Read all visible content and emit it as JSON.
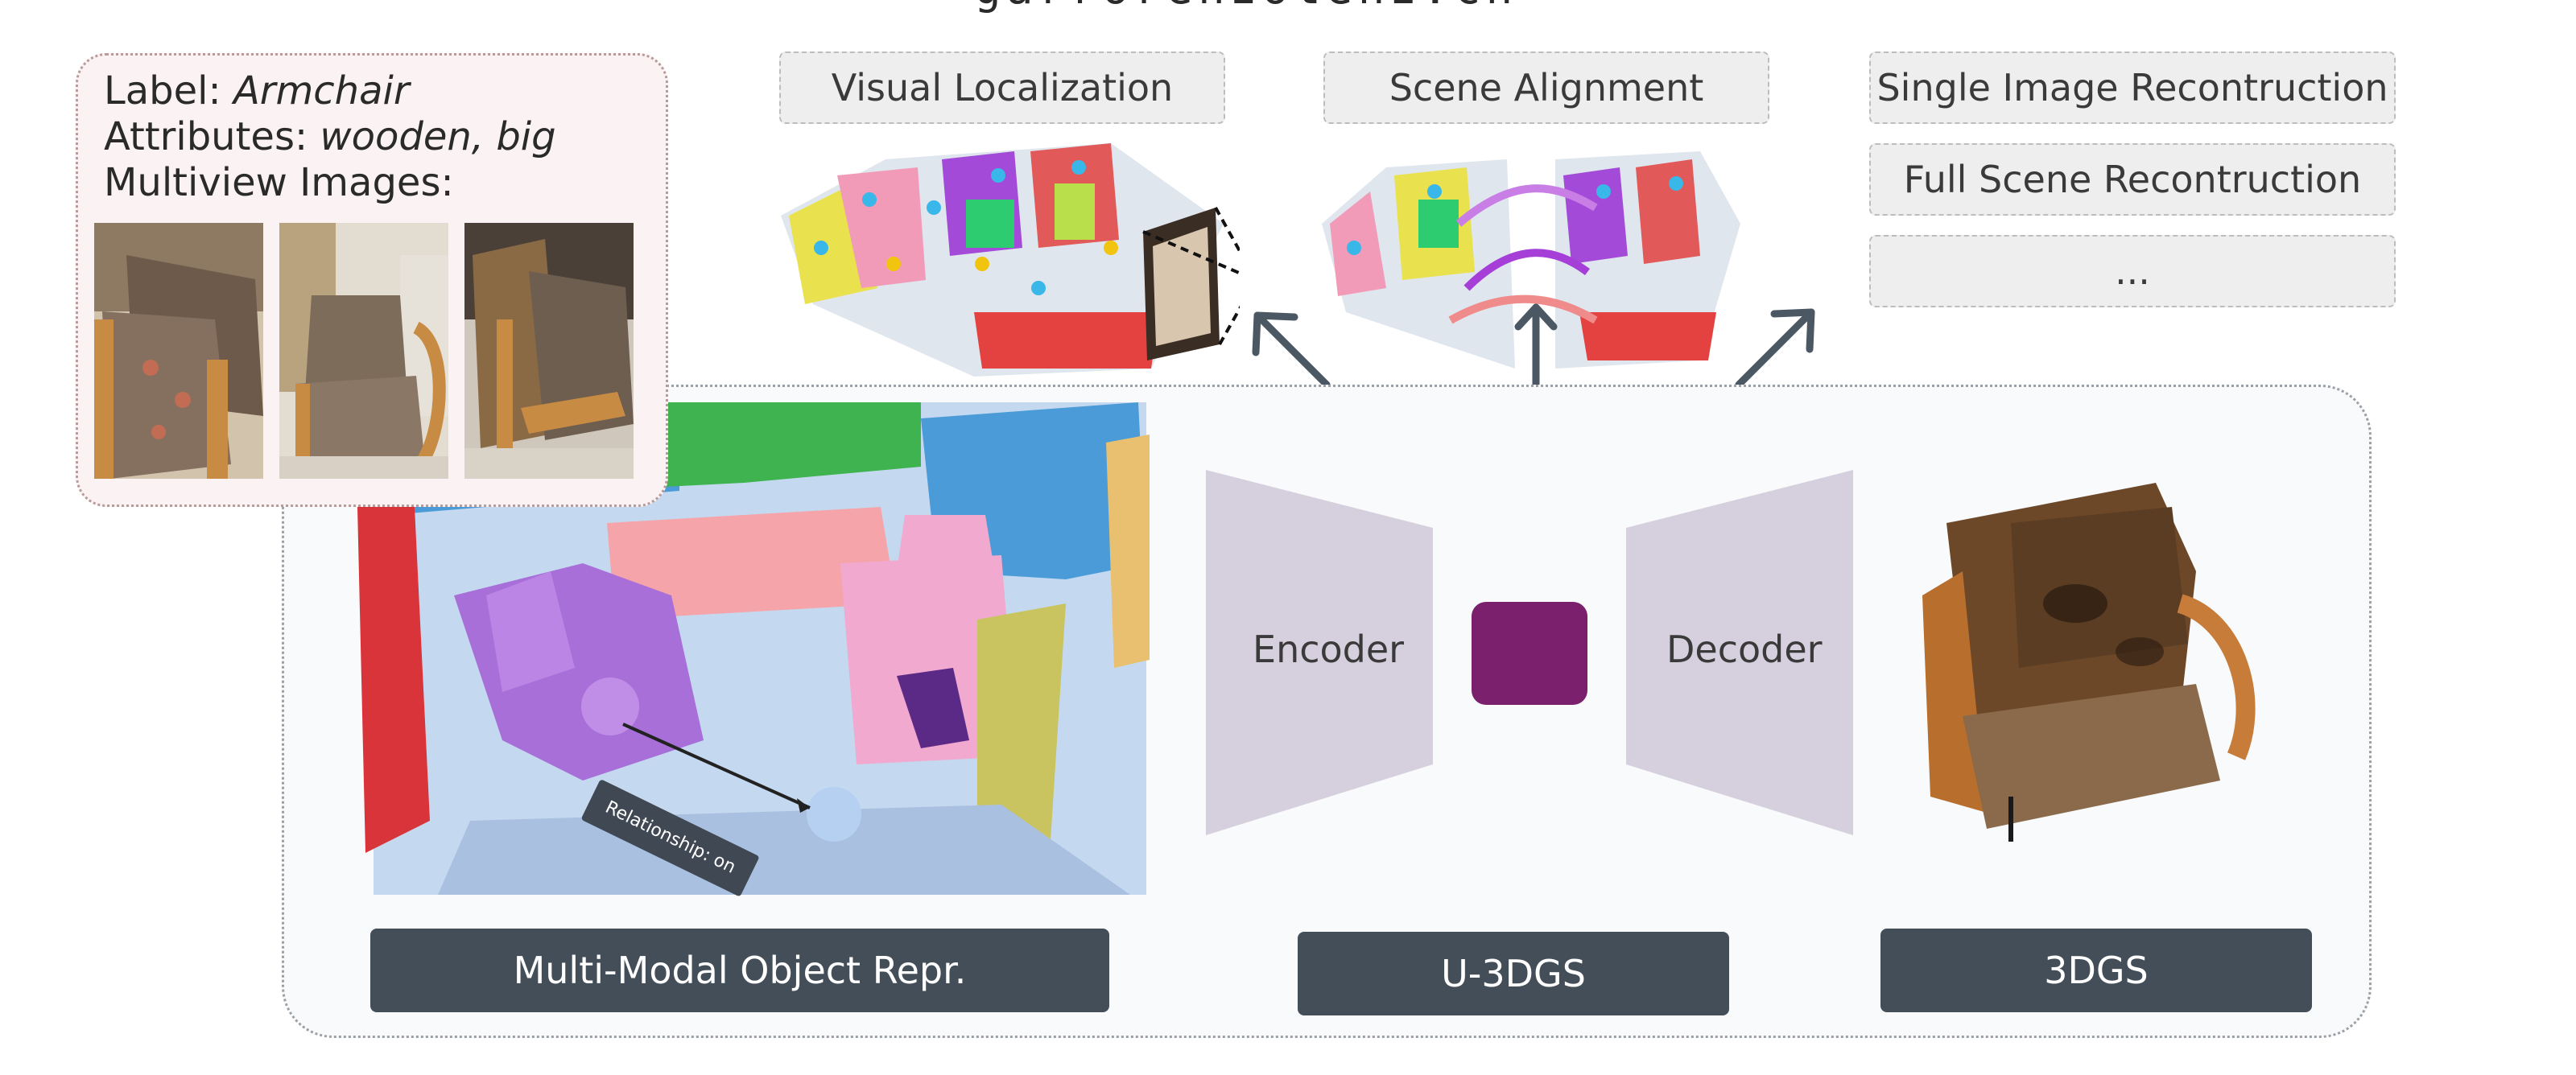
{
  "header": {
    "partial_text": "garrorenzotenz.cn"
  },
  "tasks": {
    "visual_localization": "Visual Localization",
    "scene_alignment": "Scene Alignment",
    "single_image": "Single Image Recontruction",
    "full_scene": "Full Scene Recontruction",
    "more": "..."
  },
  "object_card": {
    "label_key": "Label:",
    "label_value": "Armchair",
    "attributes_key": "Attributes:",
    "attributes_value": "wooden, big",
    "multiview_key": "Multiview Images:"
  },
  "scene": {
    "relationship_label": "Relationship: on"
  },
  "ugs": {
    "encoder": "Encoder",
    "decoder": "Decoder"
  },
  "labels": {
    "multimodal": "Multi-Modal Object Repr.",
    "u3dgs": "U-3DGS",
    "gs3d": "3DGS"
  },
  "colors": {
    "panel_label_bg": "#434e59",
    "latent": "#7a206d",
    "encoder_decoder": "#d6d0de",
    "arrow": "#4b5863"
  }
}
